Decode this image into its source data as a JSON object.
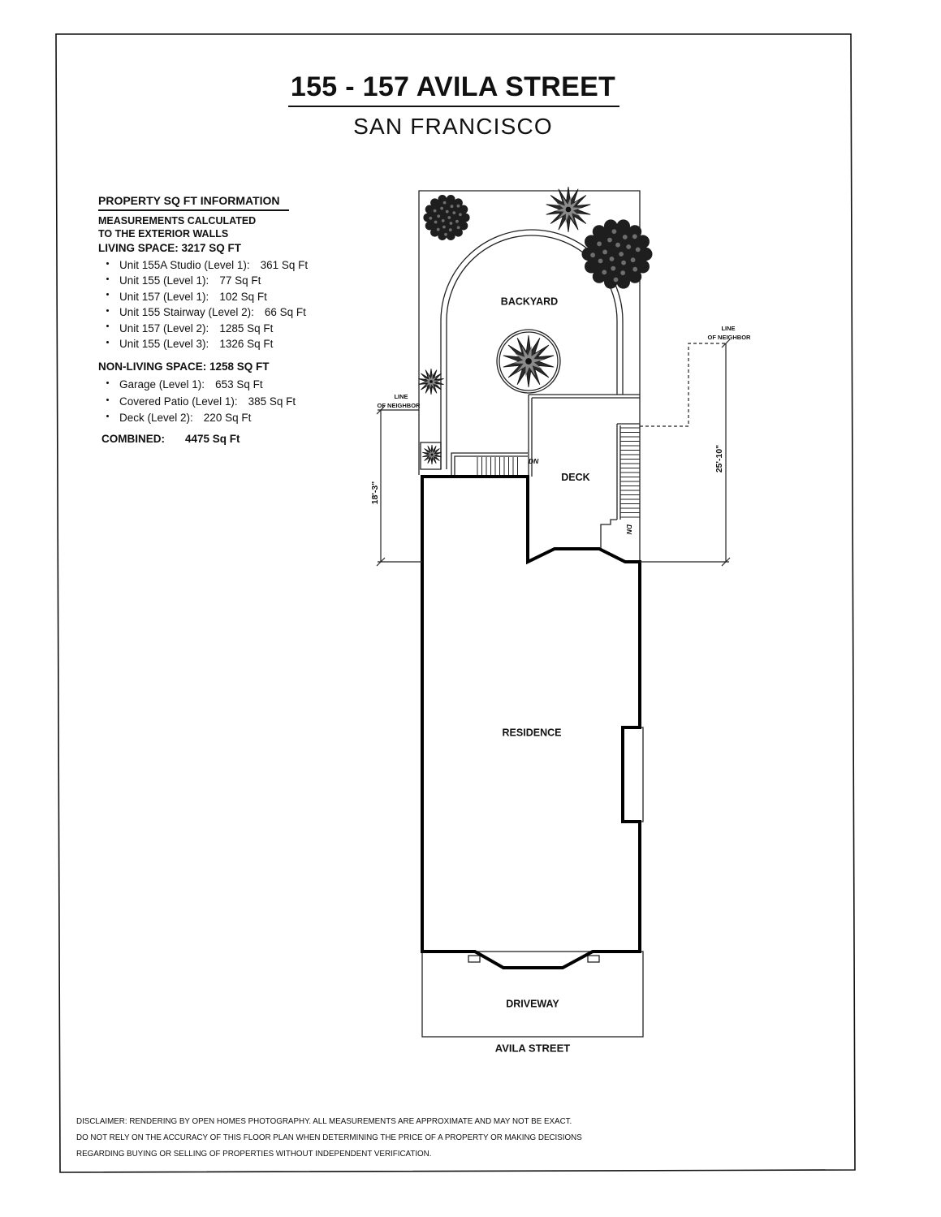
{
  "header": {
    "title": "155 - 157 AVILA STREET",
    "subtitle": "SAN FRANCISCO"
  },
  "info": {
    "heading": "PROPERTY SQ FT INFORMATION",
    "note_line1": "MEASUREMENTS CALCULATED",
    "note_line2": "TO THE EXTERIOR WALLS",
    "living_heading": "LIVING SPACE: 3217 SQ FT",
    "living_items": [
      {
        "label": "Unit 155A Studio (Level 1):",
        "value": "361 Sq Ft"
      },
      {
        "label": "Unit 155 (Level 1):",
        "value": "77 Sq Ft"
      },
      {
        "label": "Unit 157 (Level 1):",
        "value": "102 Sq Ft"
      },
      {
        "label": "Unit 155 Stairway (Level 2):",
        "value": "66 Sq Ft"
      },
      {
        "label": "Unit 157 (Level 2):",
        "value": "1285 Sq Ft"
      },
      {
        "label": "Unit 155 (Level 3):",
        "value": "1326 Sq Ft"
      }
    ],
    "nonliving_heading": "NON-LIVING SPACE: 1258 SQ FT",
    "nonliving_items": [
      {
        "label": "Garage (Level 1):",
        "value": "653 Sq Ft"
      },
      {
        "label": "Covered Patio (Level 1):",
        "value": "385 Sq Ft"
      },
      {
        "label": "Deck (Level 2):",
        "value": "220 Sq Ft"
      }
    ],
    "combined_label": "COMBINED:",
    "combined_value": "4475 Sq Ft"
  },
  "plan": {
    "backyard": "BACKYARD",
    "deck": "DECK",
    "residence": "RESIDENCE",
    "driveway": "DRIVEWAY",
    "street": "AVILA STREET",
    "stair_label": "DN",
    "neighbor_line_label": [
      "LINE",
      "OF NEIGHBOR"
    ],
    "dim_left": "18'-3\"",
    "dim_right": "25'-10\""
  },
  "disclaimer": [
    "DISCLAIMER: RENDERING BY OPEN HOMES PHOTOGRAPHY. ALL MEASUREMENTS ARE APPROXIMATE AND MAY NOT BE EXACT.",
    "DO NOT RELY ON THE ACCURACY OF THIS FLOOR PLAN WHEN DETERMINING THE PRICE OF A PROPERTY OR MAKING DECISIONS",
    "REGARDING BUYING OR SELLING OF PROPERTIES WITHOUT INDEPENDENT VERIFICATION."
  ]
}
